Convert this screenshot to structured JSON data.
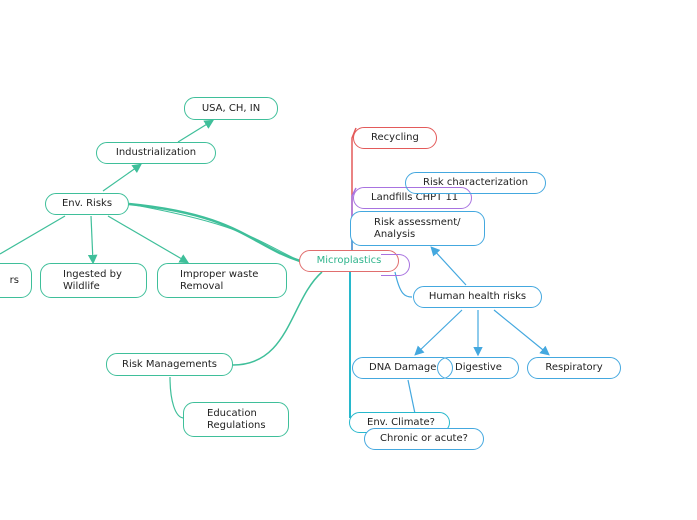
{
  "root": {
    "label": "Microplastics"
  },
  "env": {
    "label": "Env. Risks",
    "industrialization": "Industrialization",
    "countries": "USA, CH, IN",
    "partial_left": "rs",
    "ingested": "Ingested by\nWildlife",
    "improper": "Improper waste\nRemoval"
  },
  "right": {
    "recycling": "Recycling",
    "landfills": "Landfills CHPT 11",
    "risk_char": "Risk characterization",
    "risk_assess": "Risk assessment/\nAnalysis",
    "empty_node": "",
    "human": "Human health risks",
    "dna": "DNA Damage",
    "digestive": "Digestive",
    "respiratory": "Respiratory",
    "env_climate": "Env. Climate?",
    "chronic": "Chronic or acute?"
  },
  "management": {
    "label": "Risk Managements",
    "education": "Education\nRegulations"
  },
  "colors": {
    "teal": "#3fbf9a",
    "red": "#e35a5a",
    "purple": "#a873e0",
    "blue": "#44a8df",
    "cyan": "#27b8cc"
  }
}
